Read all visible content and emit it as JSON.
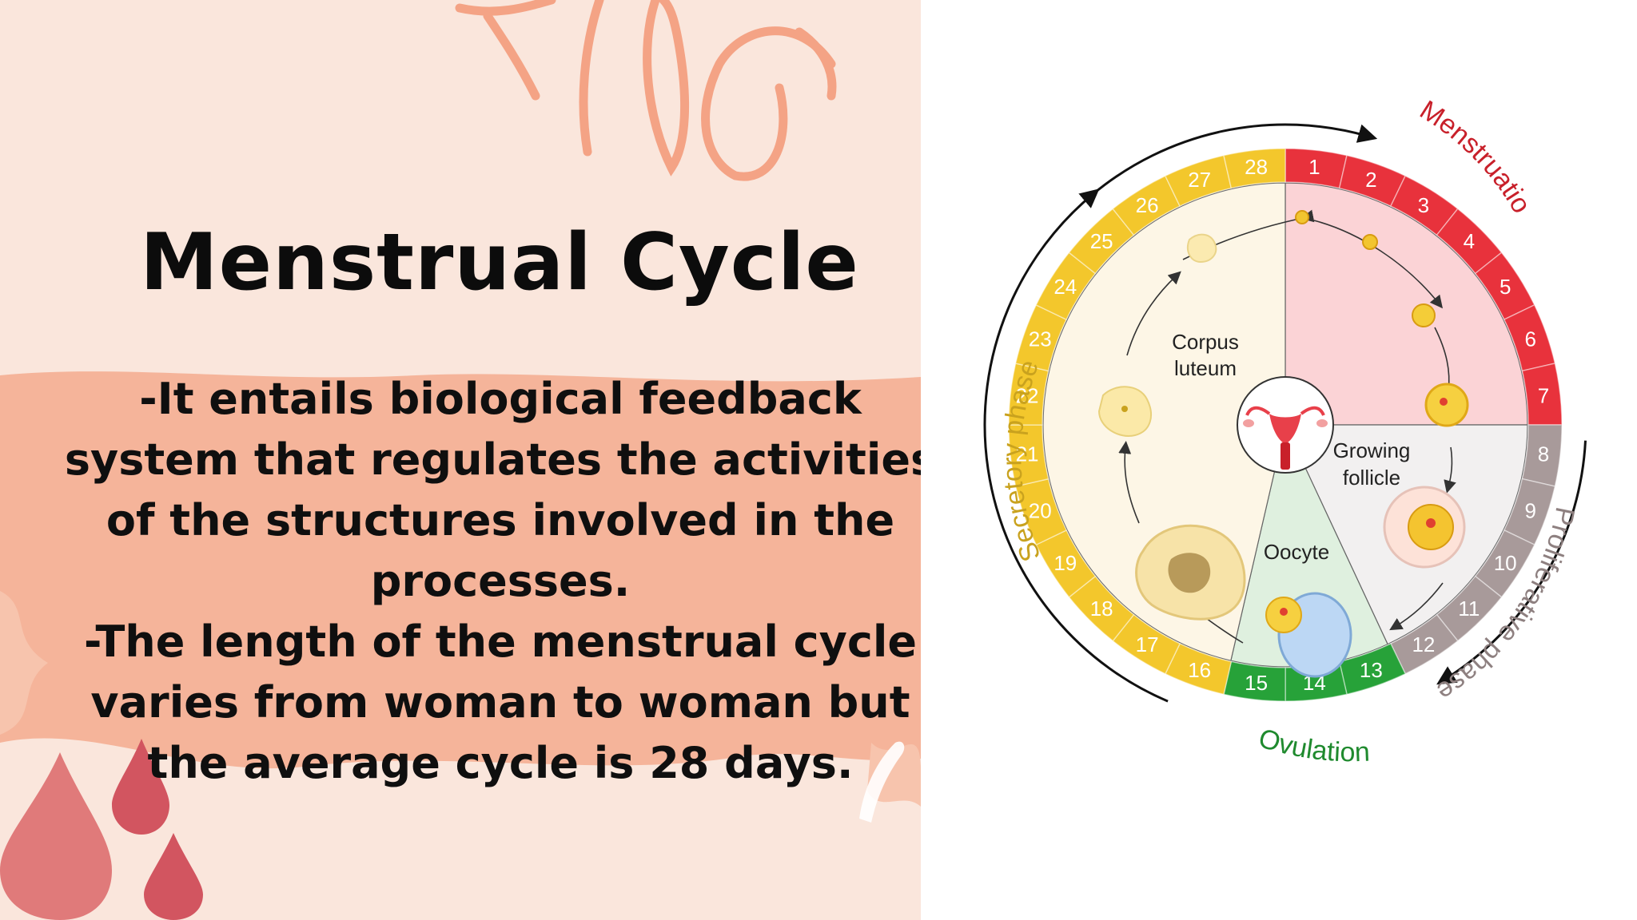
{
  "slide": {
    "title": "Menstrual Cycle",
    "body_lines": [
      "-It entails biological feedback",
      "system that regulates the activities",
      "of the structures involved in the",
      "processes.",
      "-The length of the menstrual cycle",
      "varies from woman to woman but",
      "the average cycle is 28 days."
    ]
  },
  "diagram": {
    "phase_labels": {
      "menstruation": "Menstruation",
      "proliferative": "Proliferative phase",
      "ovulation": "Ovulation",
      "secretory": "Secretory phase"
    },
    "inner_labels": {
      "corpus_line1": "Corpus",
      "corpus_line2": "luteum",
      "growing_line1": "Growing",
      "growing_line2": "follicle",
      "oocyte": "Oocyte"
    },
    "days": [
      {
        "day": "1",
        "phase": "menstruation"
      },
      {
        "day": "2",
        "phase": "menstruation"
      },
      {
        "day": "3",
        "phase": "menstruation"
      },
      {
        "day": "4",
        "phase": "menstruation"
      },
      {
        "day": "5",
        "phase": "menstruation"
      },
      {
        "day": "6",
        "phase": "menstruation"
      },
      {
        "day": "7",
        "phase": "menstruation"
      },
      {
        "day": "8",
        "phase": "proliferative"
      },
      {
        "day": "9",
        "phase": "proliferative"
      },
      {
        "day": "10",
        "phase": "proliferative"
      },
      {
        "day": "11",
        "phase": "proliferative"
      },
      {
        "day": "12",
        "phase": "proliferative"
      },
      {
        "day": "13",
        "phase": "ovulation"
      },
      {
        "day": "14",
        "phase": "ovulation"
      },
      {
        "day": "15",
        "phase": "ovulation"
      },
      {
        "day": "16",
        "phase": "secretory"
      },
      {
        "day": "17",
        "phase": "secretory"
      },
      {
        "day": "18",
        "phase": "secretory"
      },
      {
        "day": "19",
        "phase": "secretory"
      },
      {
        "day": "20",
        "phase": "secretory"
      },
      {
        "day": "21",
        "phase": "secretory"
      },
      {
        "day": "22",
        "phase": "secretory"
      },
      {
        "day": "23",
        "phase": "secretory"
      },
      {
        "day": "24",
        "phase": "secretory"
      },
      {
        "day": "25",
        "phase": "secretory"
      },
      {
        "day": "26",
        "phase": "secretory"
      },
      {
        "day": "27",
        "phase": "secretory"
      },
      {
        "day": "28",
        "phase": "secretory"
      }
    ],
    "colors": {
      "menstruation": "#e8323c",
      "proliferative": "#a89a9a",
      "ovulation": "#27a239",
      "secretory": "#f3c72c",
      "menstruation_sector": "#fbd3d6",
      "follicle_sector": "#f2f0f0",
      "ovulation_sector": "#dff0df",
      "secretory_sector": "#fdf6e6",
      "menstruation_text": "#c8202a",
      "proliferative_text": "#8e8080",
      "ovulation_text": "#1f8a2e",
      "secretory_text": "#c9a21e"
    }
  }
}
